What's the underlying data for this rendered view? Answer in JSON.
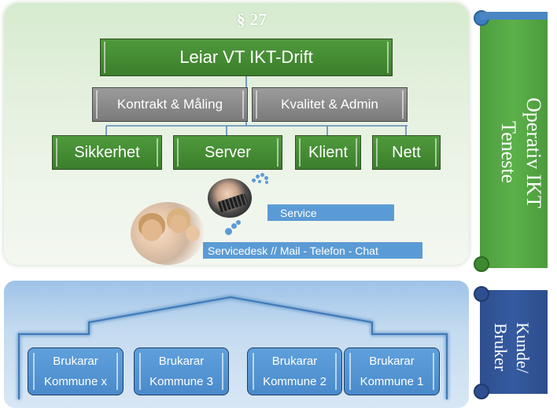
{
  "top_section": {
    "title": "§ 27",
    "head_box": "Leiar VT IKT-Drift",
    "sub_boxes": [
      "Kontrakt & Måling",
      "Kvalitet & Admin"
    ],
    "team_boxes": [
      "Sikkerhet",
      "Server",
      "Klient",
      "Nett"
    ],
    "service_label": "Service",
    "servicedesk_label": "Servicedesk // Mail - Telefon - Chat"
  },
  "side_scrolls": {
    "green": {
      "line1": "Operativ IKT",
      "line2": "Teneste"
    },
    "blue": {
      "line1": "Kunde/",
      "line2": "Bruker"
    }
  },
  "bottom_section": {
    "users": [
      {
        "line1": "Brukarar",
        "line2": "Kommune x"
      },
      {
        "line1": "Brukarar",
        "line2": "Kommune 3"
      },
      {
        "line1": "Brukarar",
        "line2": "Kommune 2"
      },
      {
        "line1": "Brukarar",
        "line2": "Kommune 1"
      }
    ]
  },
  "colors": {
    "green_box": "#3f842d",
    "grey_box": "#8a8a8a",
    "accent_blue": "#5b9bd5",
    "scroll_green": "#55a844",
    "scroll_blue": "#2f5597"
  }
}
